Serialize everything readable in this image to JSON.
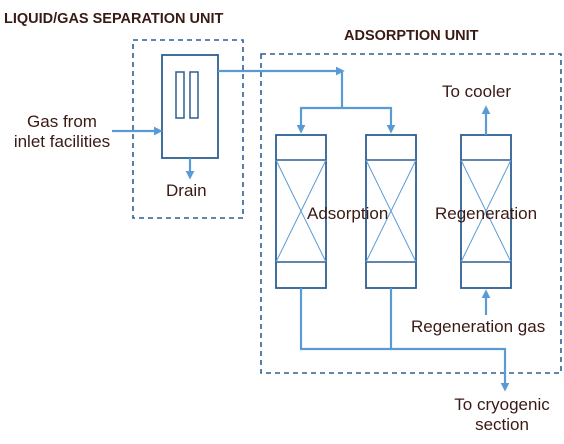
{
  "title_separation": "LIQUID/GAS SEPARATION UNIT",
  "title_adsorption": "ADSORPTION UNIT",
  "inlet": {
    "line1": "Gas from",
    "line2": "inlet facilities"
  },
  "drain": "Drain",
  "to_cooler": "To cooler",
  "adsorption": "Adsorption",
  "regeneration": "Regeneration",
  "regeneration_gas": "Regeneration gas",
  "to_cryogenic": {
    "line1": "To cryogenic",
    "line2": "section"
  },
  "colors": {
    "stroke": "#2e5f92",
    "flow": "#5b9bd5",
    "text": "#3a1a14"
  }
}
